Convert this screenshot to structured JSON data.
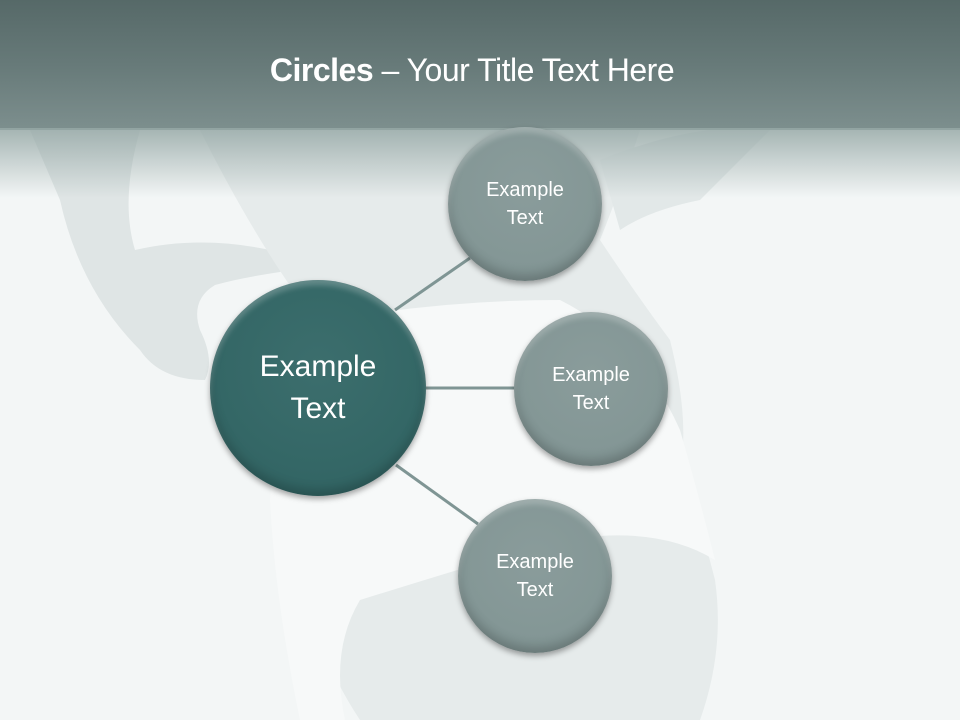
{
  "slide": {
    "title_bold": "Circles",
    "title_rest": " – Your Title Text Here"
  },
  "diagram": {
    "center": {
      "line1": "Example",
      "line2": "Text",
      "color": "#346766"
    },
    "satellites": [
      {
        "line1": "Example",
        "line2": "Text",
        "color": "#849796"
      },
      {
        "line1": "Example",
        "line2": "Text",
        "color": "#849796"
      },
      {
        "line1": "Example",
        "line2": "Text",
        "color": "#849796"
      }
    ],
    "connector_color": "#7f9594"
  }
}
